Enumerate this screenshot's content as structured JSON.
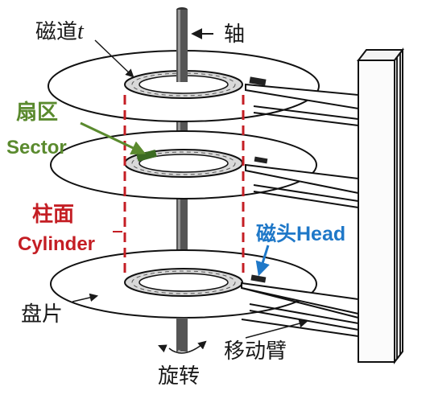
{
  "labels": {
    "track": "磁道",
    "track_var": "t",
    "axis": "轴",
    "sector_cn": "扇区",
    "sector_en": "Sector",
    "cylinder_cn": "柱面",
    "cylinder_en": "Cylinder",
    "head": "磁头Head",
    "platter": "盘片",
    "arm": "移动臂",
    "rotation": "旋转"
  },
  "colors": {
    "sector": "#5a8a2e",
    "cylinder": "#c41e24",
    "head": "#1f78c8",
    "ink": "#1a1a1a"
  }
}
